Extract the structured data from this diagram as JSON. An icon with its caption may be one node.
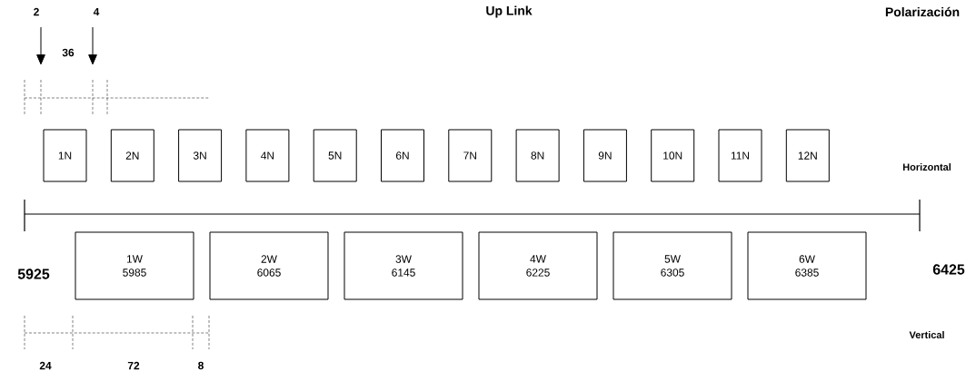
{
  "diagram": {
    "title": "Up Link",
    "nodes": [
      {
        "text": [
          "1N"
        ]
      },
      {
        "text": [
          "2N"
        ]
      },
      {
        "text": [
          "3N"
        ]
      },
      {
        "text": [
          "4N"
        ]
      },
      {
        "text": [
          "5N"
        ]
      },
      {
        "text": [
          "6N"
        ]
      },
      {
        "text": [
          "7N"
        ]
      },
      {
        "text": [
          "8N"
        ]
      },
      {
        "text": [
          "9N"
        ]
      },
      {
        "text": [
          "10N"
        ]
      },
      {
        "text": [
          "11N"
        ]
      },
      {
        "text": [
          "12N"
        ]
      },
      {
        "text": [
          "1W",
          "5985"
        ]
      },
      {
        "text": [
          "2W",
          "6065"
        ]
      },
      {
        "text": [
          "3W",
          "6145"
        ]
      },
      {
        "text": [
          "4W",
          "6225"
        ]
      },
      {
        "text": [
          "5W",
          "6305"
        ]
      },
      {
        "text": [
          "6W",
          "6385"
        ]
      }
    ],
    "edges": [],
    "labels": [
      "2",
      "4",
      "36",
      "Polarización",
      "Horizontal",
      "5925",
      "6425",
      "Vertical",
      "24",
      "72",
      "8"
    ]
  }
}
